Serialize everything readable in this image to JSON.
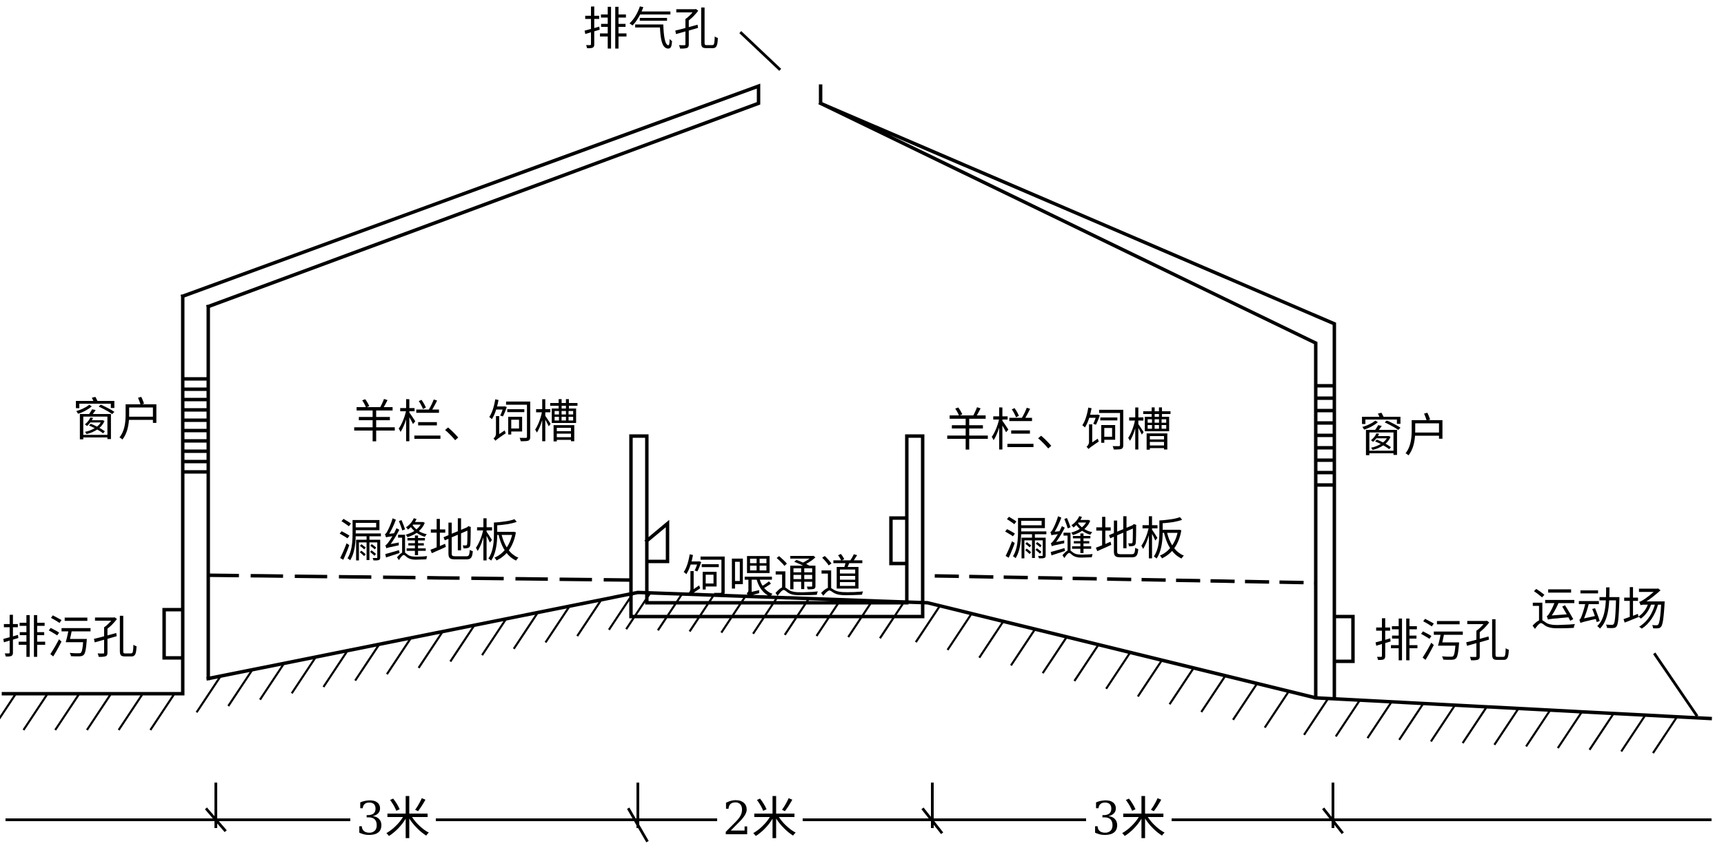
{
  "labels": {
    "vent": "排气孔",
    "window_left": "窗户",
    "window_right": "窗户",
    "pen_trough_left": "羊栏、饲槽",
    "pen_trough_right": "羊栏、饲槽",
    "slatted_floor_left": "漏缝地板",
    "slatted_floor_right": "漏缝地板",
    "feeding_aisle": "饲喂通道",
    "drain_left": "排污孔",
    "drain_right": "排污孔",
    "exercise_yard": "运动场"
  },
  "dimensions": {
    "left_span": "3米",
    "middle_span": "2米",
    "right_span": "3米"
  },
  "colors": {
    "line": "#000000",
    "background": "#ffffff"
  }
}
